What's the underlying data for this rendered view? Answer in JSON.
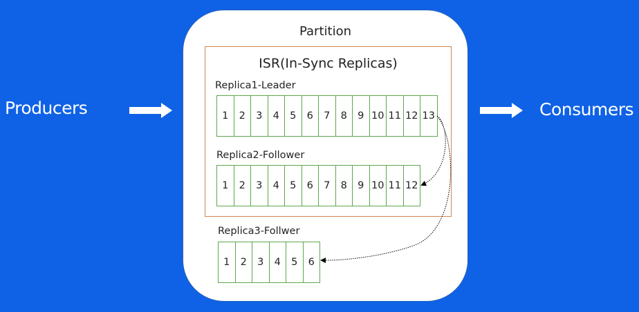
{
  "producers": "Producers",
  "consumers": "Consumers",
  "partition_title": "Partition",
  "isr_title": "ISR(In-Sync Replicas)",
  "replicas": [
    {
      "label": "Replica1-Leader",
      "cells": [
        "1",
        "2",
        "3",
        "4",
        "5",
        "6",
        "7",
        "8",
        "9",
        "10",
        "11",
        "12",
        "13"
      ]
    },
    {
      "label": "Replica2-Follower",
      "cells": [
        "1",
        "2",
        "3",
        "4",
        "5",
        "6",
        "7",
        "8",
        "9",
        "10",
        "11",
        "12"
      ]
    },
    {
      "label": "Replica3-Follwer",
      "cells": [
        "1",
        "2",
        "3",
        "4",
        "5",
        "6"
      ]
    }
  ],
  "colors": {
    "background": "#0f62e6",
    "partition_border": "#2a62b8",
    "isr_border": "#d4844a",
    "cell_border": "#5aa84a"
  }
}
